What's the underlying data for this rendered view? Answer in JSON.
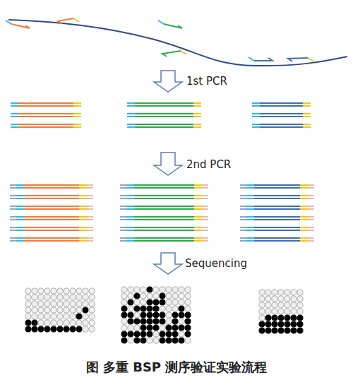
{
  "diagram": {
    "caption": "图 多重 BSP 测序验证实验流程",
    "labels": [
      "1st PCR",
      "2nd PCR",
      "Sequencing"
    ]
  }
}
